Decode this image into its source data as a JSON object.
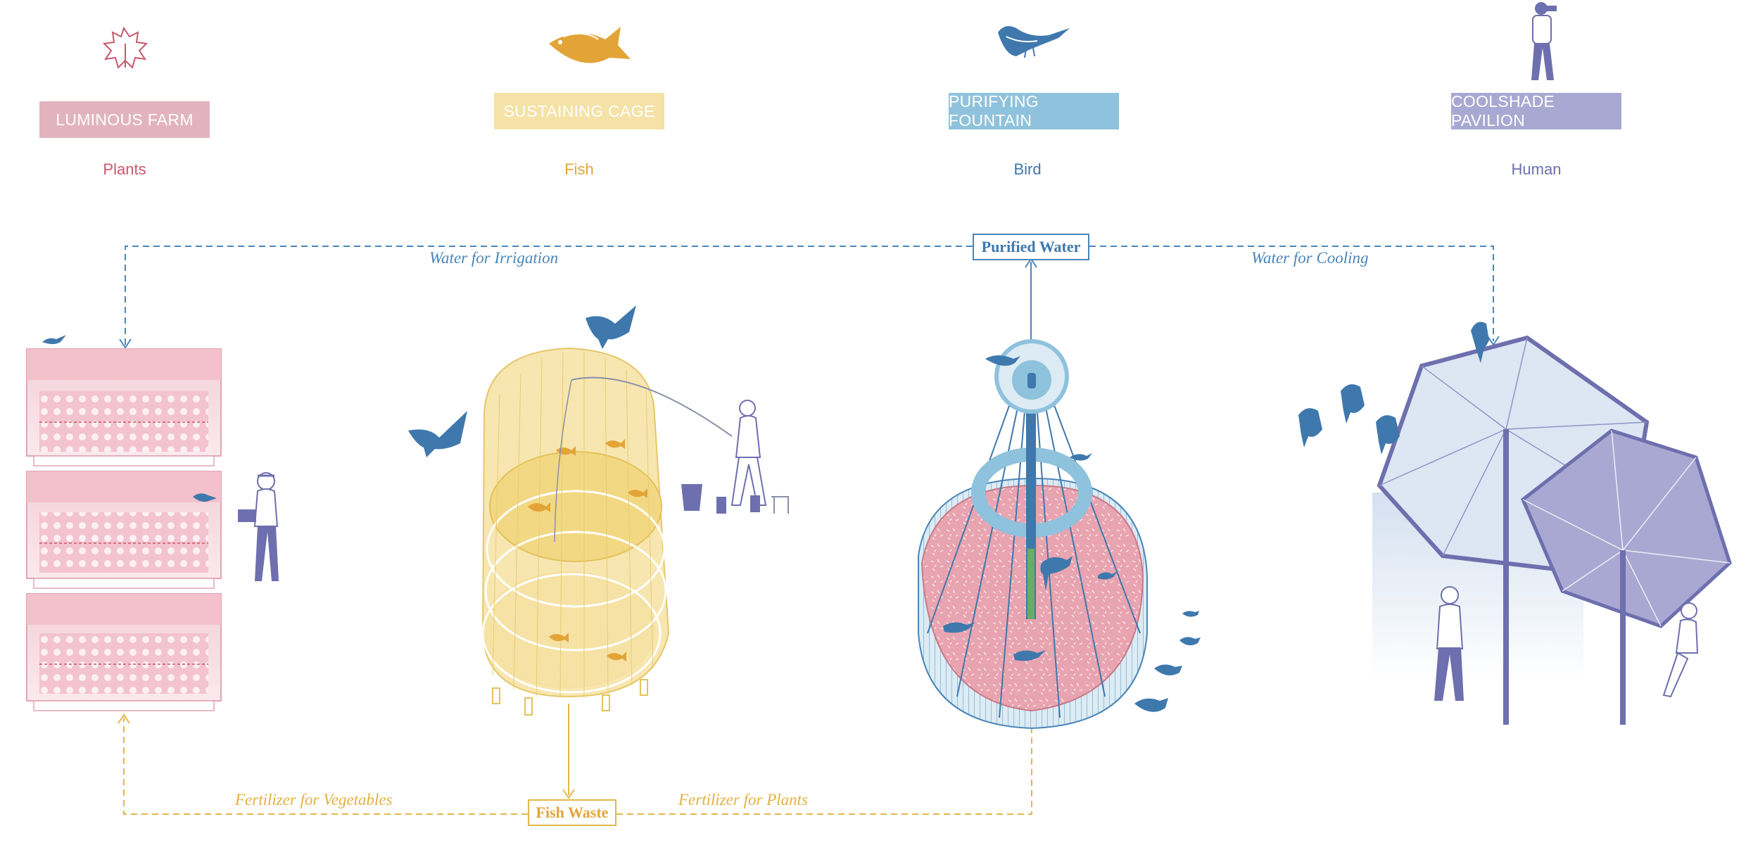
{
  "colors": {
    "plants": "#c9576b",
    "fish": "#e3a437",
    "bird": "#3f78ad",
    "human": "#6e6fae",
    "plants_label_bg": "#e2b3bf",
    "fish_label_bg": "#f4e2a6",
    "bird_label_bg": "#8fc2dc",
    "human_label_bg": "#a9a8d2",
    "water_flow": "#4a86b8",
    "waste_flow": "#e2b64a"
  },
  "columns": [
    {
      "id": "plants",
      "icon": "leaf-icon",
      "label": "LUMINOUS FARM",
      "species": "Plants"
    },
    {
      "id": "fish",
      "icon": "fish-icon",
      "label": "SUSTAINING CAGE",
      "species": "Fish"
    },
    {
      "id": "bird",
      "icon": "bird-icon",
      "label": "PURIFYING FOUNTAIN",
      "species": "Bird"
    },
    {
      "id": "human",
      "icon": "human-icon",
      "label": "COOLSHADE PAVILION",
      "species": "Human"
    }
  ],
  "flows": {
    "purified_water": "Purified Water",
    "water_for_irrigation": "Water for Irrigation",
    "water_for_cooling": "Water for Cooling",
    "fish_waste": "Fish Waste",
    "fertilizer_for_vegetables": "Fertilizer for Vegetables",
    "fertilizer_for_plants": "Fertilizer for Plants"
  }
}
